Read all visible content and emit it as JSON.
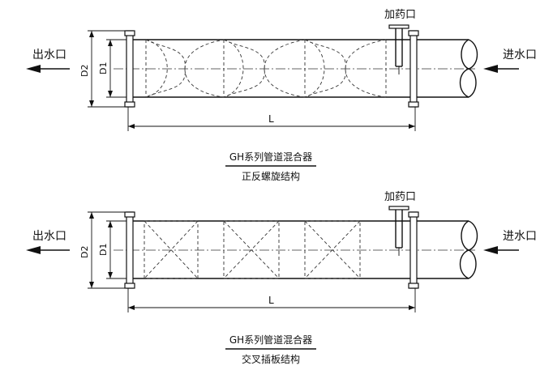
{
  "diagrams": [
    {
      "outlet_label": "出水口",
      "inlet_label": "进水口",
      "dosing_label": "加药口",
      "d2_label": "D2",
      "d1_label": "D1",
      "length_label": "L",
      "caption_title": "GH系列管道混合器",
      "caption_subtitle": "正反螺旋结构",
      "element_style": "helical",
      "element_count": 3
    },
    {
      "outlet_label": "出水口",
      "inlet_label": "进水口",
      "dosing_label": "加药口",
      "d2_label": "D2",
      "d1_label": "D1",
      "length_label": "L",
      "caption_title": "GH系列管道混合器",
      "caption_subtitle": "交叉插板结构",
      "element_style": "cross-plate",
      "element_count": 3
    }
  ]
}
